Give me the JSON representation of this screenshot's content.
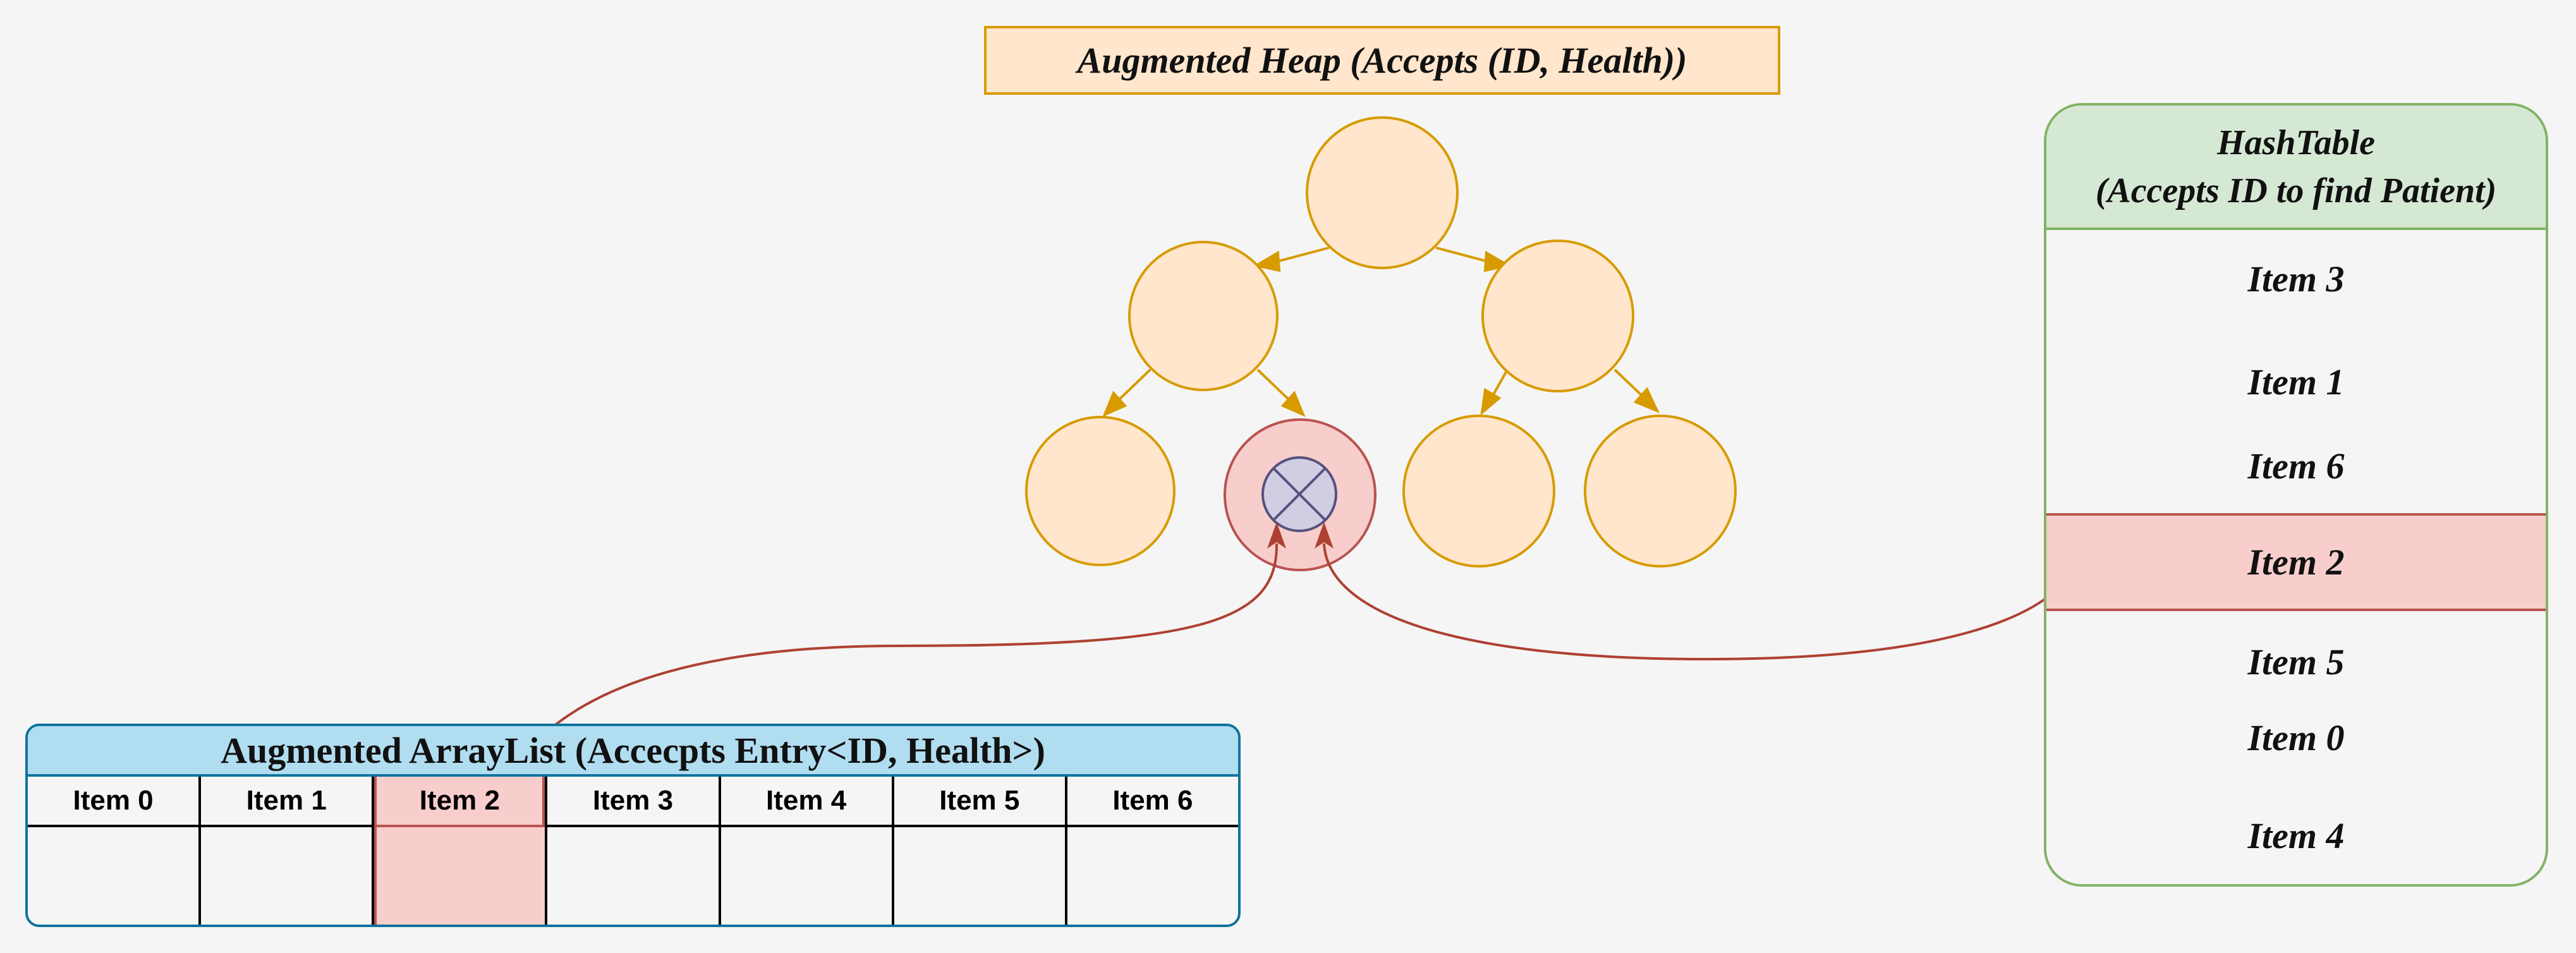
{
  "heap": {
    "title": "Augmented Heap (Accepts (ID, Health))",
    "node_fill": "#ffe6cc",
    "node_stroke": "#d79b00",
    "removed_node_fill": "#f8cecc",
    "removed_node_icon": "x-circle-icon"
  },
  "hashtable": {
    "title_line1": "HashTable",
    "title_line2": "(Accepts ID to find Patient)",
    "items": [
      "Item 3",
      "Item 1",
      "Item 6",
      "Item 2",
      "Item 5",
      "Item 0",
      "Item 4"
    ],
    "highlighted_item": "Item 2"
  },
  "arraylist": {
    "title": "Augmented ArrayList (Accecpts Entry<ID, Health>)",
    "items": [
      "Item 0",
      "Item 1",
      "Item 2",
      "Item 3",
      "Item 4",
      "Item 5",
      "Item 6"
    ],
    "highlighted_item": "Item 2"
  },
  "colors": {
    "heap_accent": "#d79b00",
    "hashtable_accent": "#82b366",
    "arraylist_accent": "#10739e",
    "highlight": "#f8cecc",
    "pointer": "#ae4132"
  }
}
